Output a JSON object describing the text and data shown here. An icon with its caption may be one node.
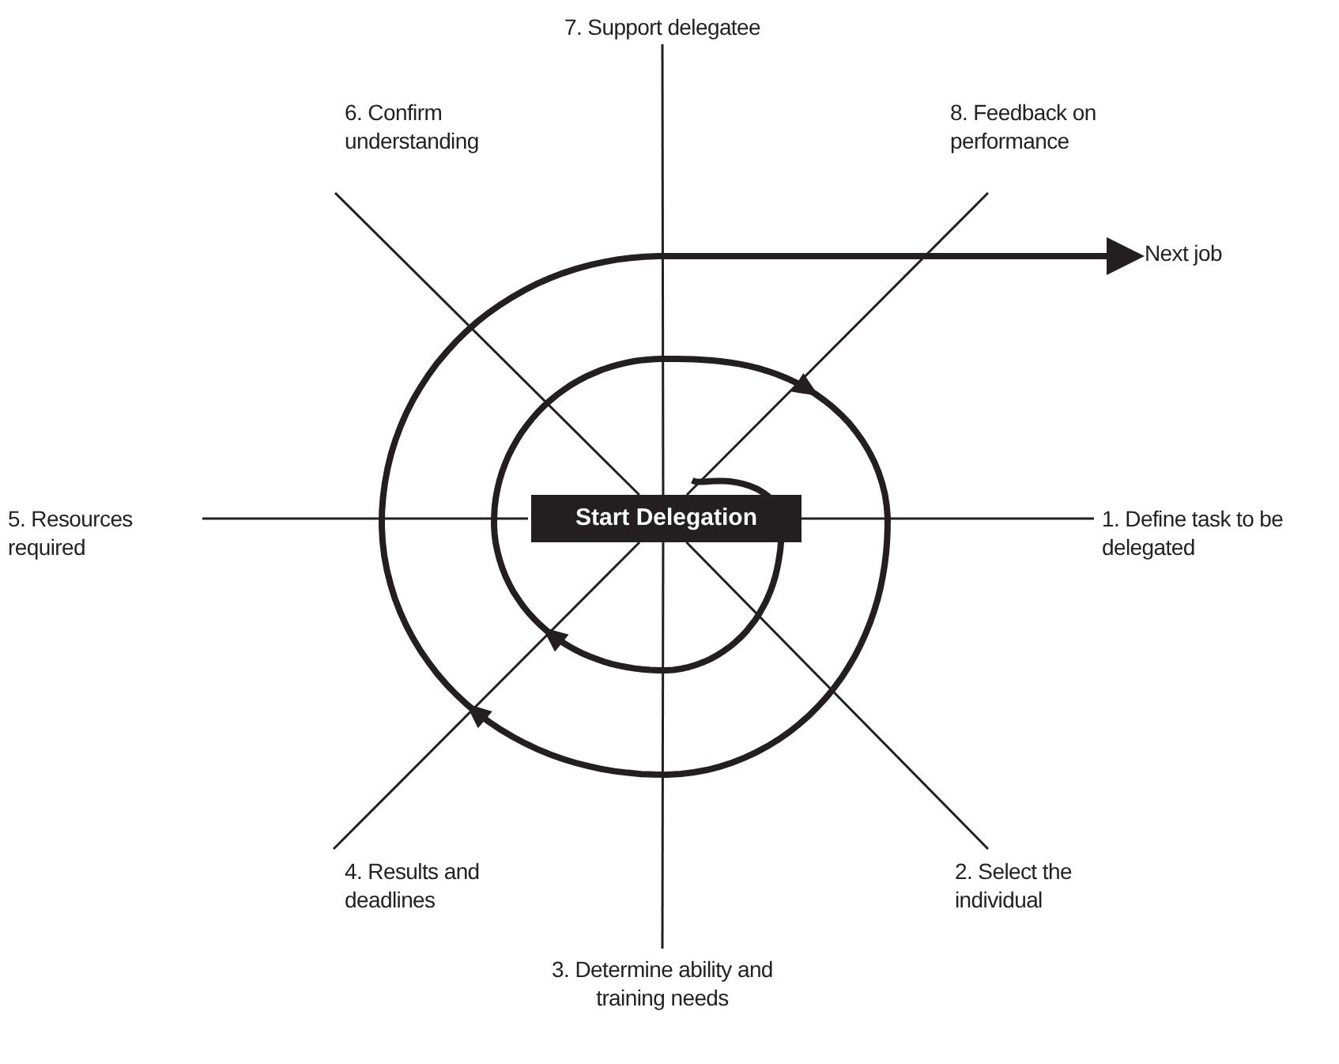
{
  "diagram": {
    "nodes": [
      {
        "text": [
          "Start Delegation"
        ]
      },
      {
        "text": [
          "1. Define task to be delegated"
        ]
      },
      {
        "text": [
          "2. Select the individual"
        ]
      },
      {
        "text": [
          "3. Determine ability and training needs"
        ]
      },
      {
        "text": [
          "4. Results and deadlines"
        ]
      },
      {
        "text": [
          "5. Resources required"
        ]
      },
      {
        "text": [
          "6. Confirm understanding"
        ]
      },
      {
        "text": [
          "7. Support delegatee"
        ]
      },
      {
        "text": [
          "8. Feedback on performance"
        ]
      },
      {
        "text": [
          "Next job"
        ]
      }
    ],
    "edges": [
      {
        "from": 0,
        "to": 1,
        "arrow": "none"
      },
      {
        "from": 0,
        "to": 2,
        "arrow": "none"
      },
      {
        "from": 0,
        "to": 3,
        "arrow": "none"
      },
      {
        "from": 0,
        "to": 4,
        "arrow": "none"
      },
      {
        "from": 0,
        "to": 5,
        "arrow": "none"
      },
      {
        "from": 0,
        "to": 6,
        "arrow": "none"
      },
      {
        "from": 0,
        "to": 7,
        "arrow": "none"
      },
      {
        "from": 0,
        "to": 8,
        "arrow": "none"
      },
      {
        "from": 0,
        "to": 9,
        "arrow": "to",
        "style": "thick"
      }
    ]
  }
}
